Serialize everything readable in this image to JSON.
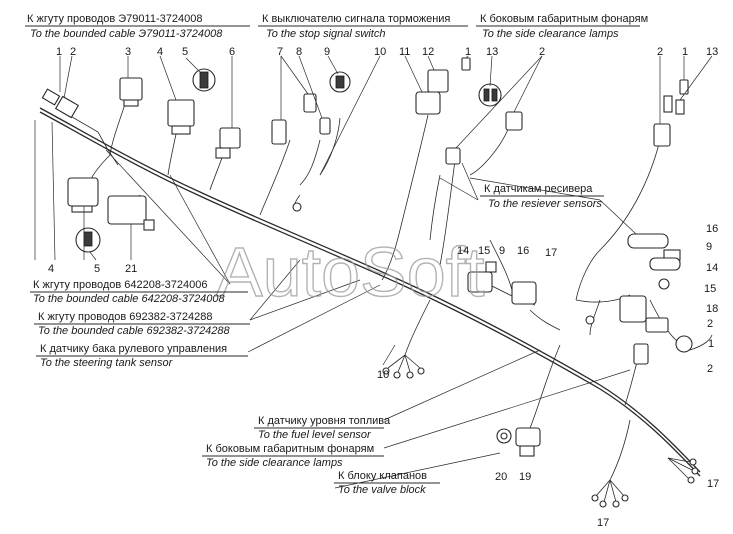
{
  "watermark": "AutoSoft",
  "labels": {
    "cable_e79011_ru": "К жгуту проводов Э79011-3724008",
    "cable_e79011_en": "To the bounded cable Э79011-3724008",
    "stop_switch_ru": "К выключателю сигнала торможения",
    "stop_switch_en": "To the stop signal switch",
    "side_lamps_top_ru": "К боковым габаритным фонарям",
    "side_lamps_top_en": "To the side clearance lamps",
    "receiver_ru": "К датчикам ресивера",
    "receiver_en": "To the resiever sensors",
    "cable_642208_ru": "К жгуту проводов 642208-3724006",
    "cable_642208_en": "To the bounded cable 642208-3724008",
    "cable_692382_ru": "К жгуту проводов 692382-3724288",
    "cable_692382_en": "To the bounded cable 692382-3724288",
    "steering_ru": "К датчику бака рулевого управления",
    "steering_en": "To the steering tank sensor",
    "fuel_ru": "К датчику уровня топлива",
    "fuel_en": "To the fuel level sensor",
    "side_lamps_bottom_ru": "К боковым габаритным фонарям",
    "side_lamps_bottom_en": "To the side clearance lamps",
    "valve_ru": "К блоку клапанов",
    "valve_en": "To the valve block"
  },
  "callouts": {
    "top_left_1": "1",
    "top_left_2": "2",
    "top_3": "3",
    "top_4": "4",
    "top_5": "5",
    "top_6": "6",
    "top_7": "7",
    "top_8": "8",
    "top_9": "9",
    "top_10": "10",
    "top_11": "11",
    "top_12": "12",
    "top_1b": "1",
    "top_13": "13",
    "top_2b": "2",
    "top_2c": "2",
    "top_1c": "1",
    "top_13b": "13",
    "left_4": "4",
    "left_5": "5",
    "left_21": "21",
    "mid_14": "14",
    "mid_15": "15",
    "mid_9": "9",
    "mid_16": "16",
    "mid_17": "17",
    "right_16": "16",
    "right_9": "9",
    "right_14": "14",
    "right_15": "15",
    "right_18": "18",
    "right_2": "2",
    "right_1": "1",
    "right_2b": "2",
    "bottom_10": "10",
    "bottom_20": "20",
    "bottom_19": "19",
    "bottom_17a": "17",
    "bottom_17b": "17"
  }
}
